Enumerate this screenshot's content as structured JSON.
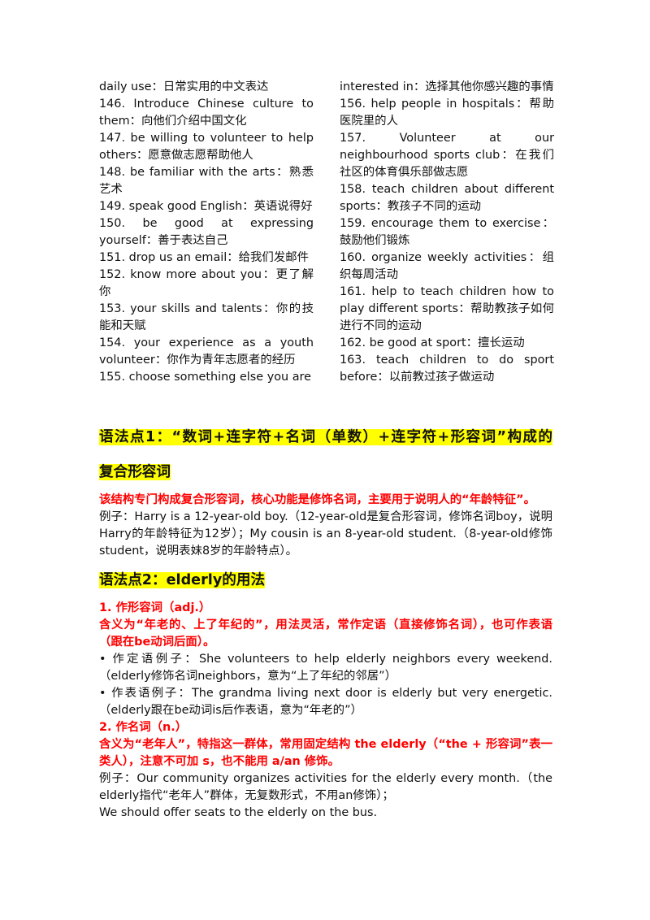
{
  "vocab": {
    "left": [
      "daily use：日常实用的中文表达",
      "146. Introduce Chinese culture to them：向他们介绍中国文化",
      "147. be willing to volunteer to help others：愿意做志愿帮助他人",
      "148. be familiar with the arts：熟悉艺术",
      "149. speak good English：英语说得好",
      "150. be good at expressing yourself：善于表达自己",
      "151. drop us an email：给我们发邮件",
      "152. know more about you：更了解你",
      "153. your skills and talents：你的技能和天赋",
      "154. your experience as a youth volunteer：你作为青年志愿者的经历",
      "155. choose something else you are"
    ],
    "right": [
      "interested in：选择其他你感兴趣的事情",
      "156. help people in hospitals：帮助医院里的人",
      "157. Volunteer at our neighbourhood sports club：在我们社区的体育俱乐部做志愿",
      "158. teach children about different sports：教孩子不同的运动",
      "159. encourage them to exercise：鼓励他们锻炼",
      "160. organize weekly activities：组织每周活动",
      "161. help to teach children how to play different sports：帮助教孩子如何进行不同的运动",
      "162. be good at sport：擅长运动",
      "163. teach children to do sport before：以前教过孩子做运动"
    ]
  },
  "grammar1": {
    "title_line1": "语法点1：“数词+连字符+名词（单数）+连字符+形容词”构成的",
    "title_line2": "复合形容词",
    "red_text": "该结构专门构成复合形容词，核心功能是修饰名词，主要用于说明人的“年龄特征”。",
    "example": "例子：Harry is a 12-year-old boy.（12-year-old是复合形容词，修饰名词boy，说明Harry的年龄特征为12岁）；My cousin is an 8-year-old student.（8-year-old修饰student，说明表妹8岁的年龄特点）。"
  },
  "grammar2": {
    "title": "语法点2：elderly的用法",
    "sub1_heading": "1. 作形容词（adj.）",
    "sub1_red": "含义为“年老的、上了年纪的”，用法灵活，常作定语（直接修饰名词），也可作表语（跟在be动词后面）。",
    "sub1_ex1": "• 作定语例子：She volunteers to help elderly neighbors every weekend.（elderly修饰名词neighbors，意为“上了年纪的邻居”）",
    "sub1_ex2": "• 作表语例子：The grandma living next door is elderly but very energetic.（elderly跟在be动词is后作表语，意为“年老的”）",
    "sub2_heading": "2. 作名词（n.）",
    "sub2_red": "含义为“老年人”，特指这一群体，常用固定结构 the elderly（“the + 形容词”表一类人），注意不可加 s，也不能用 a/an 修饰。",
    "sub2_ex1": "例子：Our community organizes activities for the elderly every month.（the elderly指代“老年人”群体，无复数形式，不用an修饰）；",
    "sub2_ex2": "We should offer seats to the elderly on the bus."
  }
}
